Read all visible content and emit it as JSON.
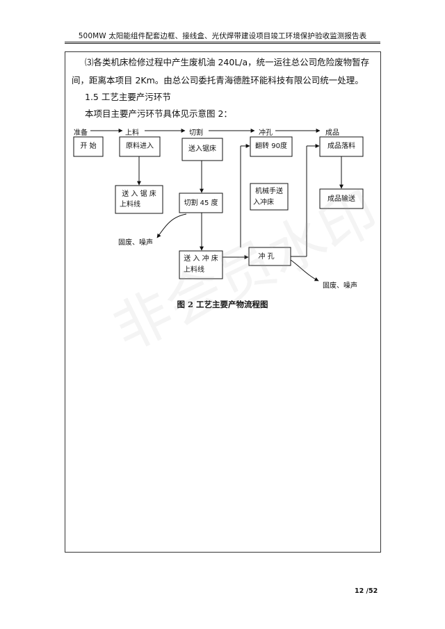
{
  "header": {
    "title": "500MW 太阳能组件配套边框、接线盒、光伏焊带建设项目竣工环境保护验收监测报告表"
  },
  "body": {
    "para_1_line_1": "⑶各类机床检修过程中产生废机油 240L/a，统一运往总公司危险废物暂存",
    "para_1_line_2": "间，距离本项目 2Km。由总公司委托青海德胜环能科技有限公司统一处理。",
    "section_heading": "1.5 工艺主要产污环节",
    "intro_line": "本项目主要产污环节具体见示意图 2："
  },
  "flowchart": {
    "stages": [
      "准备",
      "上料",
      "切割",
      "冲孔",
      "成品"
    ],
    "boxes": {
      "start": "开 始",
      "raw_material": "原料进入",
      "feed_saw": "送入锯床",
      "flip": "翻转 90度",
      "product_drop": "成品落料",
      "saw_line_1": "送 入 锯 床",
      "saw_line_2": "上料线",
      "cut45": "切割 45 度",
      "robot_1": "机械手送",
      "robot_2": "入冲床",
      "product_transport": "成品输送",
      "punch_line_1": "送 入 冲 床",
      "punch_line_2": "上料线",
      "punch": "冲   孔"
    },
    "waste_labels": {
      "after_cut": "固废、噪声",
      "after_punch": "固废、噪声"
    },
    "caption": "图 2   工艺主要产物流程图"
  },
  "watermark": "非会员水印",
  "footer": {
    "page_number": "12 /52"
  }
}
